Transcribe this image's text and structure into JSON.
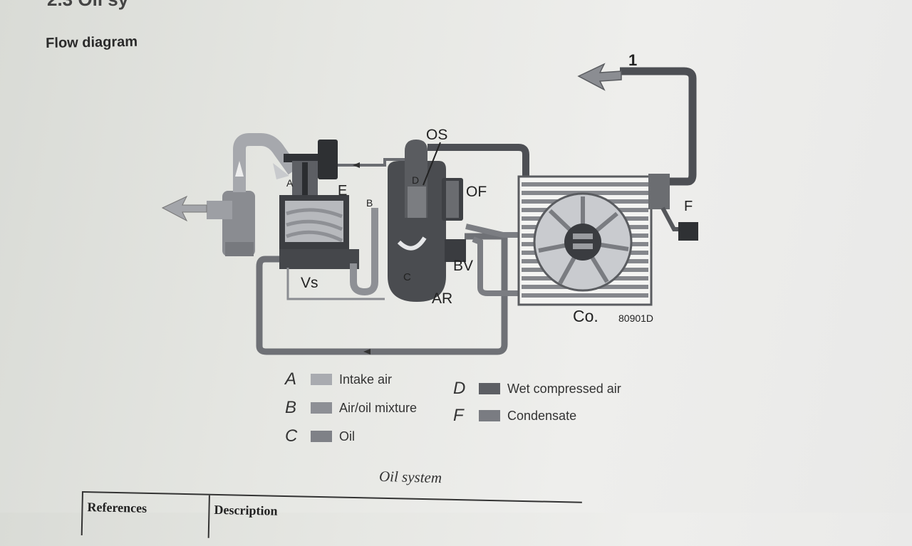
{
  "page": {
    "section_heading": "2.3 Oil sy",
    "diagram_title": "Flow diagram",
    "caption": "Oil system",
    "table_header_1": "References",
    "table_header_2": "Description"
  },
  "diagram": {
    "labels": {
      "outlet": "1",
      "E": "E",
      "A_in": "A",
      "OS": "OS",
      "OF": "OF",
      "F": "F",
      "B_in": "B",
      "D_in": "D",
      "C_in": "C",
      "BV": "BV",
      "Vs": "Vs",
      "AR": "AR",
      "Co": "Co.",
      "code": "80901D"
    }
  },
  "legend": [
    {
      "key": "A",
      "label": "Intake air",
      "color": "#a9abb0"
    },
    {
      "key": "B",
      "label": "Air/oil mixture",
      "color": "#8d8f95"
    },
    {
      "key": "C",
      "label": "Oil",
      "color": "#7f8187"
    },
    {
      "key": "D",
      "label": "Wet compressed air",
      "color": "#5d5f64"
    },
    {
      "key": "F",
      "label": "Condensate",
      "color": "#7a7c82"
    }
  ],
  "colors": {
    "pipe_dark": "#4d4f54",
    "pipe_mid": "#75777c",
    "pipe_light": "#a6a8ad"
  }
}
